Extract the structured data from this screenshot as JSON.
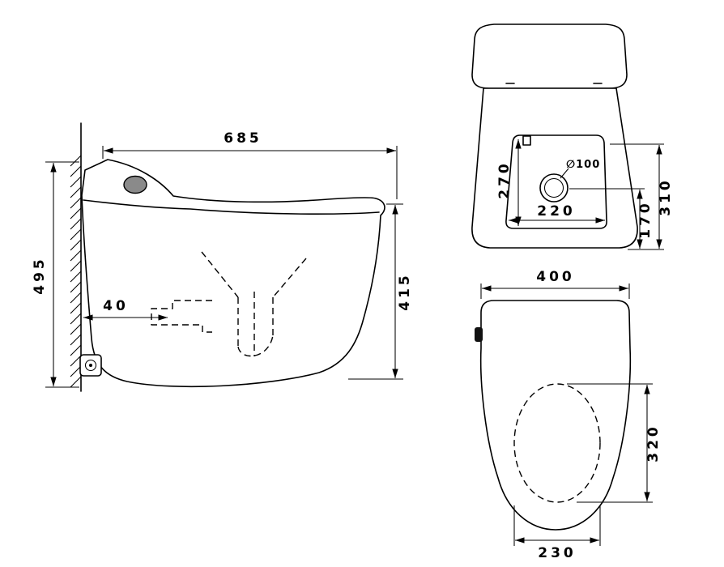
{
  "drawing": {
    "colors": {
      "line": "#000000",
      "button_gray": "#8a8a8a",
      "background": "#ffffff"
    },
    "side_view": {
      "length": "685",
      "height": "495",
      "seat_height": "415",
      "inlet_offset": "40"
    },
    "rear_view": {
      "cutout_height": "270",
      "hole_diameter": "∅100",
      "cutout_width": "220",
      "upper_height": "310",
      "lower_height": "170"
    },
    "top_view": {
      "width": "400",
      "opening_length": "320",
      "opening_width": "230"
    }
  }
}
